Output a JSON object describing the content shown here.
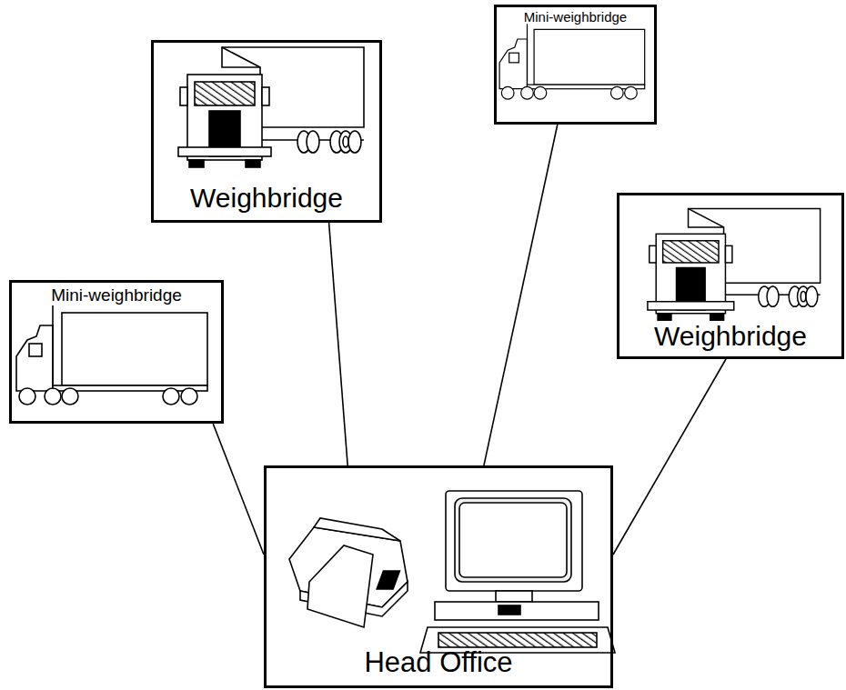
{
  "diagram": {
    "nodes": [
      {
        "text": [
          "Mini-weighbridge"
        ]
      },
      {
        "text": [
          "Weighbridge"
        ]
      },
      {
        "text": [
          "Mini-weighbridge"
        ]
      },
      {
        "text": [
          "Weighbridge"
        ]
      },
      {
        "text": [
          "Head Office"
        ]
      }
    ],
    "edges": [
      {
        "from": 0,
        "to": 4,
        "arrow": "none"
      },
      {
        "from": 1,
        "to": 4,
        "arrow": "none"
      },
      {
        "from": 2,
        "to": 4,
        "arrow": "none"
      },
      {
        "from": 3,
        "to": 4,
        "arrow": "none"
      }
    ]
  }
}
